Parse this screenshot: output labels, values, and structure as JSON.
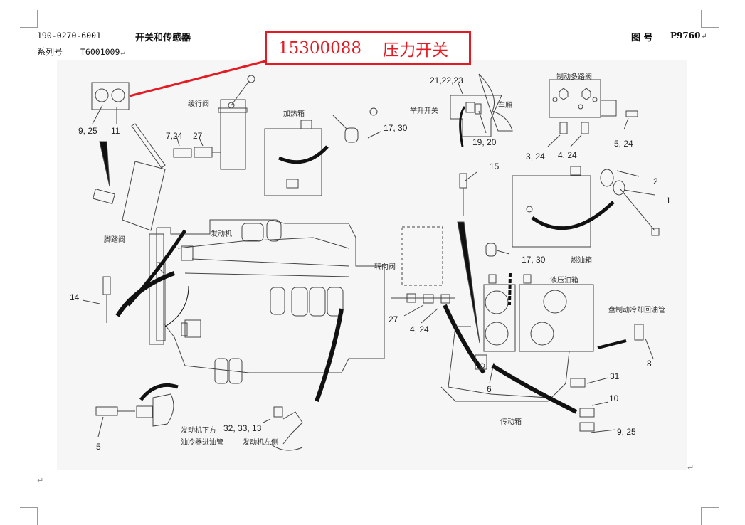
{
  "header": {
    "doc_number": "190-0270-6001",
    "title": "开关和传感器",
    "series_label": "系列号",
    "series_value": "T6001009",
    "figure_label": "图 号",
    "figure_value": "P9760",
    "paragraph_mark": "↵"
  },
  "callout": {
    "part_number": "15300088",
    "part_name": "压力开关",
    "color": "#e31b23"
  },
  "figure": {
    "components": {
      "brake_pedal_valve": "脚踏阀",
      "slow_valve": "缓行阀",
      "heater_box": "加热箱",
      "lift_switch": "举升开关",
      "cab": "车厢",
      "brake_multi_valve": "制动多路阀",
      "fuel_tank": "燃油箱",
      "engine": "发动机",
      "steering_valve": "转向阀",
      "hydraulic_tank": "液压油箱",
      "disc_brake_return": "盘制动冷却回油管",
      "transmission": "传动箱",
      "engine_bottom_line1": "发动机下方",
      "engine_bottom_line2": "油冷器进油管",
      "engine_left_side": "发动机左侧"
    },
    "callouts": [
      {
        "id": "c-9-25-top",
        "text": "9, 25"
      },
      {
        "id": "c-11",
        "text": "11"
      },
      {
        "id": "c-7-24",
        "text": "7,24"
      },
      {
        "id": "c-27-top",
        "text": "27"
      },
      {
        "id": "c-17-30-top",
        "text": "17, 30"
      },
      {
        "id": "c-21-22-23",
        "text": "21,22,23"
      },
      {
        "id": "c-19-20",
        "text": "19, 20"
      },
      {
        "id": "c-3-24",
        "text": "3, 24"
      },
      {
        "id": "c-4-24-top",
        "text": "4, 24"
      },
      {
        "id": "c-5-24",
        "text": "5, 24"
      },
      {
        "id": "c-2",
        "text": "2"
      },
      {
        "id": "c-1",
        "text": "1"
      },
      {
        "id": "c-15",
        "text": "15"
      },
      {
        "id": "c-17-30-mid",
        "text": "17, 30"
      },
      {
        "id": "c-14",
        "text": "14"
      },
      {
        "id": "c-27-mid",
        "text": "27"
      },
      {
        "id": "c-4-24-mid",
        "text": "4, 24"
      },
      {
        "id": "c-8",
        "text": "8"
      },
      {
        "id": "c-6",
        "text": "6"
      },
      {
        "id": "c-31",
        "text": "31"
      },
      {
        "id": "c-10",
        "text": "10"
      },
      {
        "id": "c-9-25-bottom",
        "text": "9, 25"
      },
      {
        "id": "c-5",
        "text": "5"
      },
      {
        "id": "c-32-33-13",
        "text": "32, 33, 13"
      }
    ]
  }
}
